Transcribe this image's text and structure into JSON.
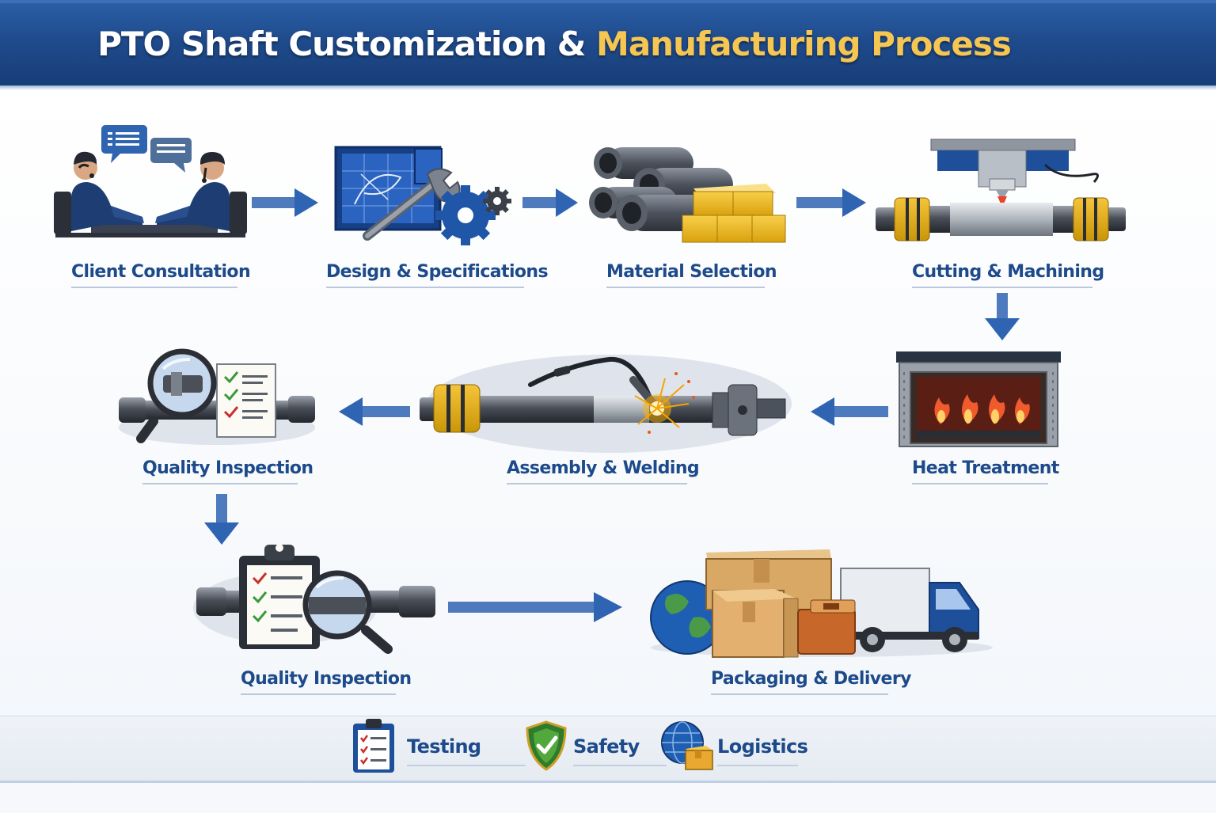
{
  "header": {
    "title_part1": "PTO Shaft Customization & ",
    "title_part2": "Manufacturing Process"
  },
  "colors": {
    "header_blue": "#1f4b8c",
    "accent_gold": "#f6c653",
    "label_blue": "#1d4a8a",
    "arrow_blue": "#2f64b2"
  },
  "steps": [
    {
      "label": "Client Consultation",
      "icon": "consultation-icon"
    },
    {
      "label": "Design & Specifications",
      "icon": "blueprint-icon"
    },
    {
      "label": "Material Selection",
      "icon": "steel-pipes-icon"
    },
    {
      "label": "Cutting & Machining",
      "icon": "cnc-machine-icon"
    },
    {
      "label": "Heat Treatment",
      "icon": "furnace-icon"
    },
    {
      "label": "Assembly & Welding",
      "icon": "welding-icon"
    },
    {
      "label": "Quality Inspection",
      "icon": "magnifier-checklist-icon"
    },
    {
      "label": "Quality Inspection",
      "icon": "clipboard-inspection-icon"
    },
    {
      "label": "Packaging & Delivery",
      "icon": "delivery-truck-icon"
    }
  ],
  "footer": {
    "items": [
      {
        "label": "Testing",
        "icon": "clipboard-check-icon"
      },
      {
        "label": "Safety",
        "icon": "shield-check-icon"
      },
      {
        "label": "Logistics",
        "icon": "globe-box-icon"
      }
    ]
  }
}
